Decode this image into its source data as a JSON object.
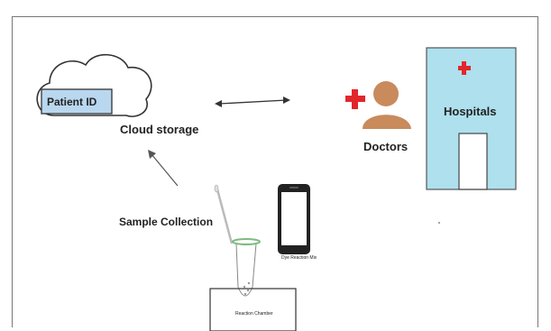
{
  "labels": {
    "patient_id": "Patient ID",
    "cloud_storage": "Cloud storage",
    "doctors": "Doctors",
    "hospitals": "Hospitals",
    "sample_collection": "Sample Collection",
    "reaction_mix": "Dye Reaction Mix",
    "reaction_chamber": "Reaction Chamber"
  },
  "colors": {
    "cross": "#e3262b",
    "person": "#c98a5c",
    "hospital_fill": "#aee0ee",
    "patient_box": "#b9d7ef",
    "tube": "#7dbb7d"
  },
  "icons": [
    "cloud-icon",
    "doctor-icon",
    "medical-cross-icon",
    "hospital-icon",
    "smartphone-icon",
    "test-tube-icon",
    "swab-icon"
  ]
}
